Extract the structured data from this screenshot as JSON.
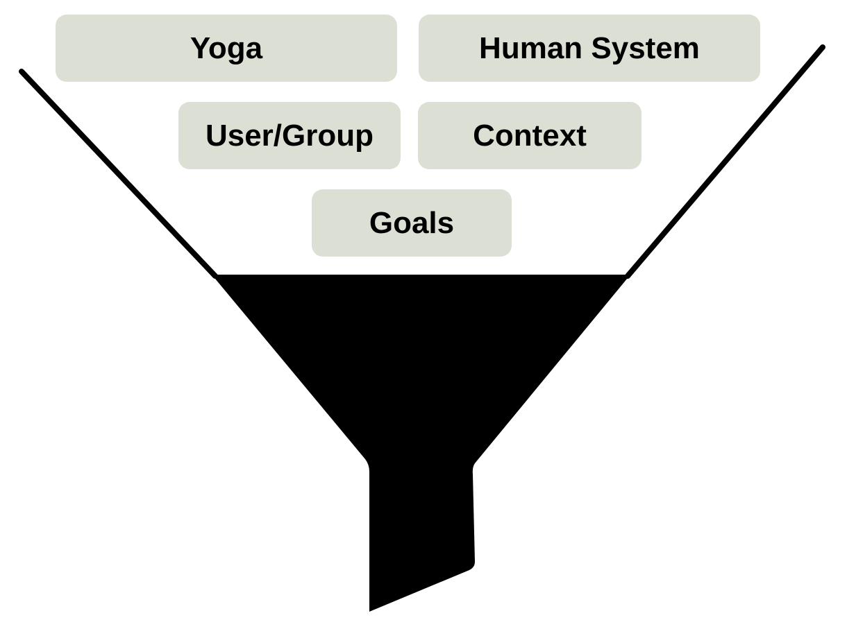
{
  "colors": {
    "box_fill": "#dce0d4",
    "funnel_fill": "#000000",
    "text": "#000000",
    "background": "#ffffff"
  },
  "labels": {
    "yoga": "Yoga",
    "human_system": "Human System",
    "user_group": "User/Group",
    "context": "Context",
    "goals": "Goals"
  }
}
